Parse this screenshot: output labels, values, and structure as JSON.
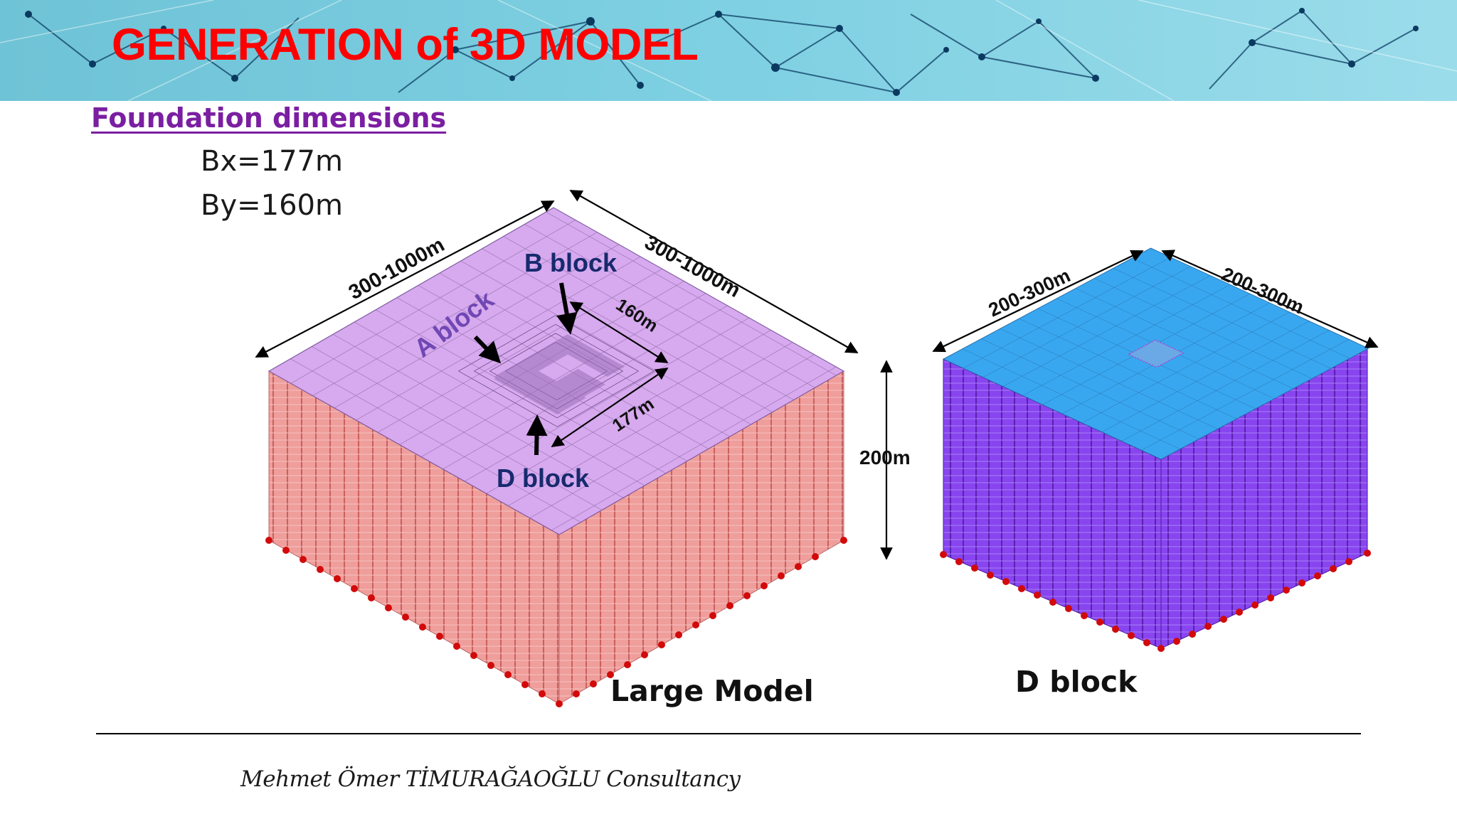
{
  "slide": {
    "title": "GENERATION of 3D MODEL",
    "foundation": {
      "heading": "Foundation dimensions",
      "bx": "Bx=177m",
      "by": "By=160m"
    },
    "footer": "Mehmet Ömer TİMURAĞAOĞLU Consultancy"
  },
  "large_model": {
    "caption": "Large Model",
    "width_left": "300-1000m",
    "width_right": "300-1000m",
    "depth": "200m",
    "foundation_y": "160m",
    "foundation_x": "177m",
    "labels": {
      "a": "A block",
      "b": "B block",
      "d": "D block"
    },
    "colors": {
      "top": "#d7a9ee",
      "side": "#ef9e9b",
      "supports": "#d20a0a"
    }
  },
  "d_block_model": {
    "caption": "D block",
    "width_left": "200-300m",
    "width_right": "200-300m",
    "colors": {
      "top": "#38a7f0",
      "side": "#8845ef",
      "supports": "#d20a0a"
    }
  }
}
